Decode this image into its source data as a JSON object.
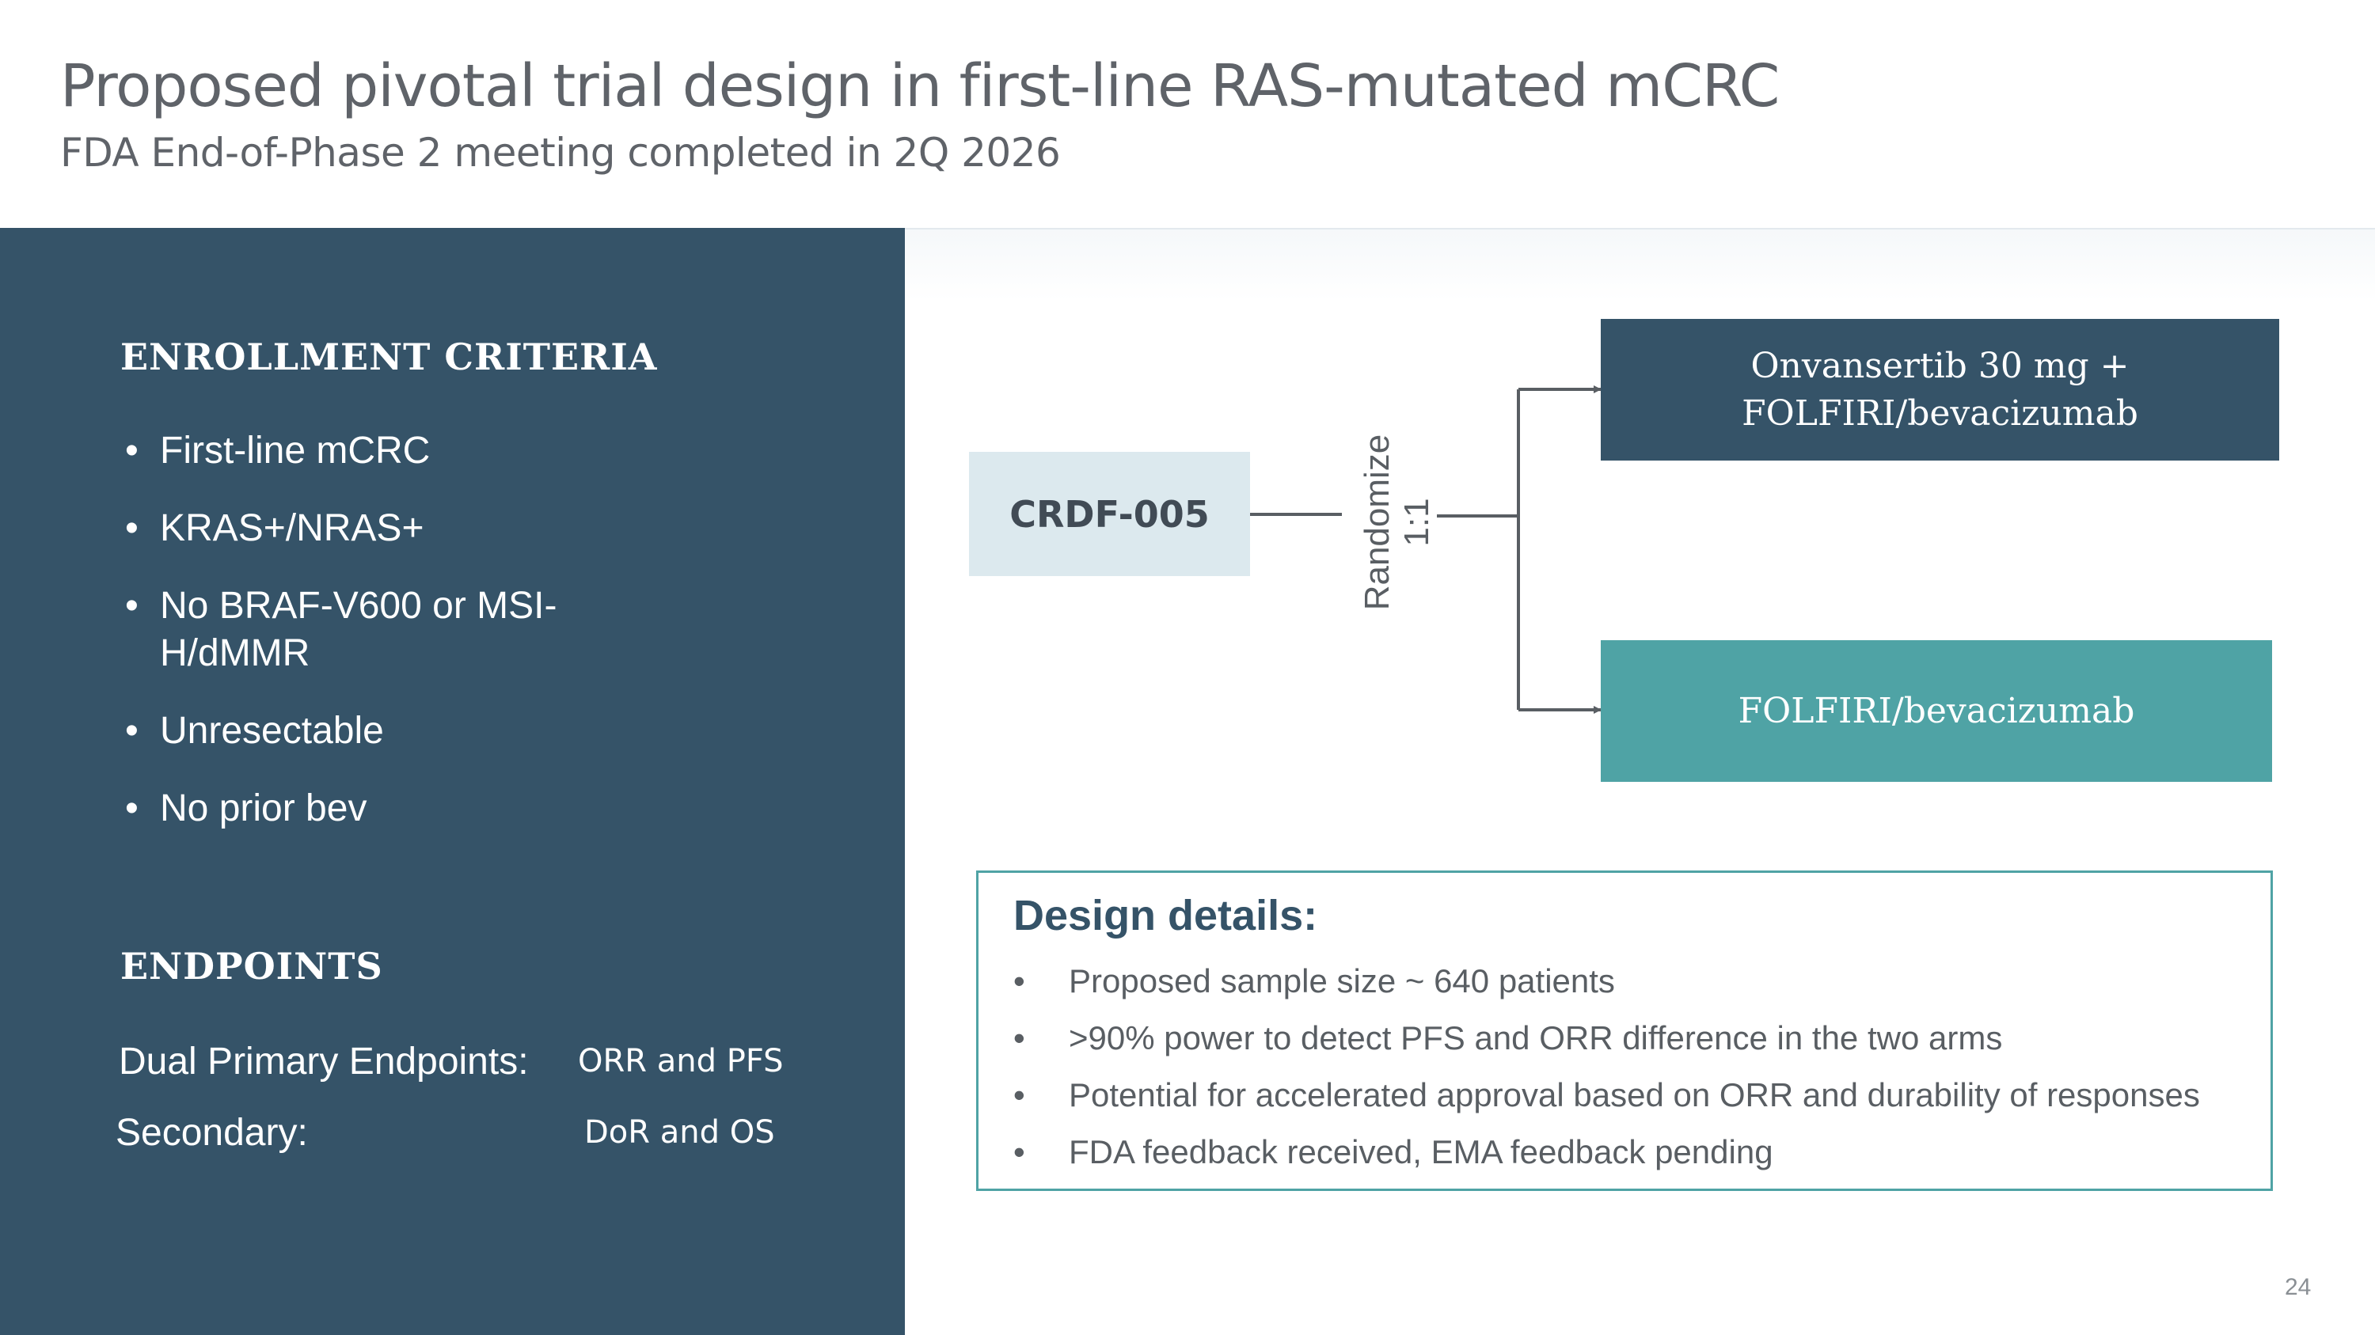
{
  "header": {
    "title": "Proposed pivotal trial design in first-line RAS-mutated mCRC",
    "subtitle": "FDA End-of-Phase 2 meeting completed in 2Q 2026"
  },
  "enrollment": {
    "heading": "ENROLLMENT CRITERIA",
    "bullet_glyph": "•",
    "items": [
      "First-line mCRC",
      "KRAS+/NRAS+",
      "No BRAF-V600 or MSI-H/dMMR",
      "Unresectable",
      "No prior bev"
    ]
  },
  "endpoints": {
    "heading": "ENDPOINTS",
    "primary_label": "Dual Primary Endpoints:",
    "primary_value": "ORR and PFS",
    "secondary_label": "Secondary:",
    "secondary_value": "DoR and OS"
  },
  "diagram": {
    "study": "CRDF-005",
    "randomize_label": "Randomize",
    "randomize_ratio": "1:1",
    "arm1": [
      "Onvansertib 30 mg +",
      "FOLFIRI/bevacizumab"
    ],
    "arm2": "FOLFIRI/bevacizumab"
  },
  "design_details": {
    "heading": "Design details:",
    "items": [
      "Proposed sample size ~ 640 patients",
      ">90% power to detect PFS and ORR difference in the two arms",
      "Potential for accelerated approval based on ORR and durability of responses",
      "FDA feedback received, EMA feedback pending"
    ]
  },
  "page_number": "24",
  "colors": {
    "panel": "#355368",
    "teal": "#4fa3a5",
    "study_box": "#dce9ee",
    "title_text": "#5f6369"
  }
}
